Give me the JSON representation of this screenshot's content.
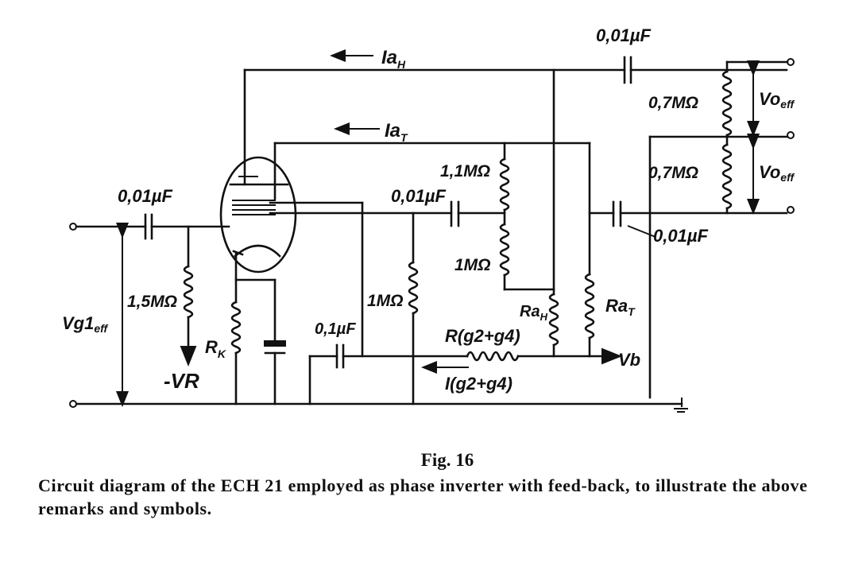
{
  "figure": {
    "title": "Fig. 16",
    "caption": "Circuit diagram of the ECH 21 employed as phase inverter with feed-back, to illustrate the above remarks and symbols."
  },
  "labels": {
    "cap_input": "0,01µF",
    "cap_mid": "0,01µF",
    "cap_top": "0,01µF",
    "cap_right": "0,01µF",
    "cap_screen": "0,1µF",
    "current_anode_h": "Ia",
    "current_anode_h_sub": "H",
    "current_anode_t": "Ia",
    "current_anode_t_sub": "T",
    "input_voltage": "Vg1",
    "input_voltage_sub": "eff",
    "grid_resistor": "1,5MΩ",
    "cathode_resistor": "R",
    "cathode_resistor_sub": "K",
    "bias": "-VR",
    "res_1_1M": "1,1MΩ",
    "res_1M_upper": "1MΩ",
    "res_1M_grid": "1MΩ",
    "res_07_top": "0,7MΩ",
    "res_07_bottom": "0,7MΩ",
    "out_voltage_top": "Vo",
    "out_voltage_top_sub": "eff",
    "out_voltage_bottom": "Vo",
    "out_voltage_bottom_sub": "eff",
    "anode_res_h": "Ra",
    "anode_res_h_sub": "H",
    "anode_res_t": "Ra",
    "anode_res_t_sub": "T",
    "screen_res": "R(g2+g4)",
    "screen_current": "I(g2+g4)",
    "supply": "Vb"
  }
}
